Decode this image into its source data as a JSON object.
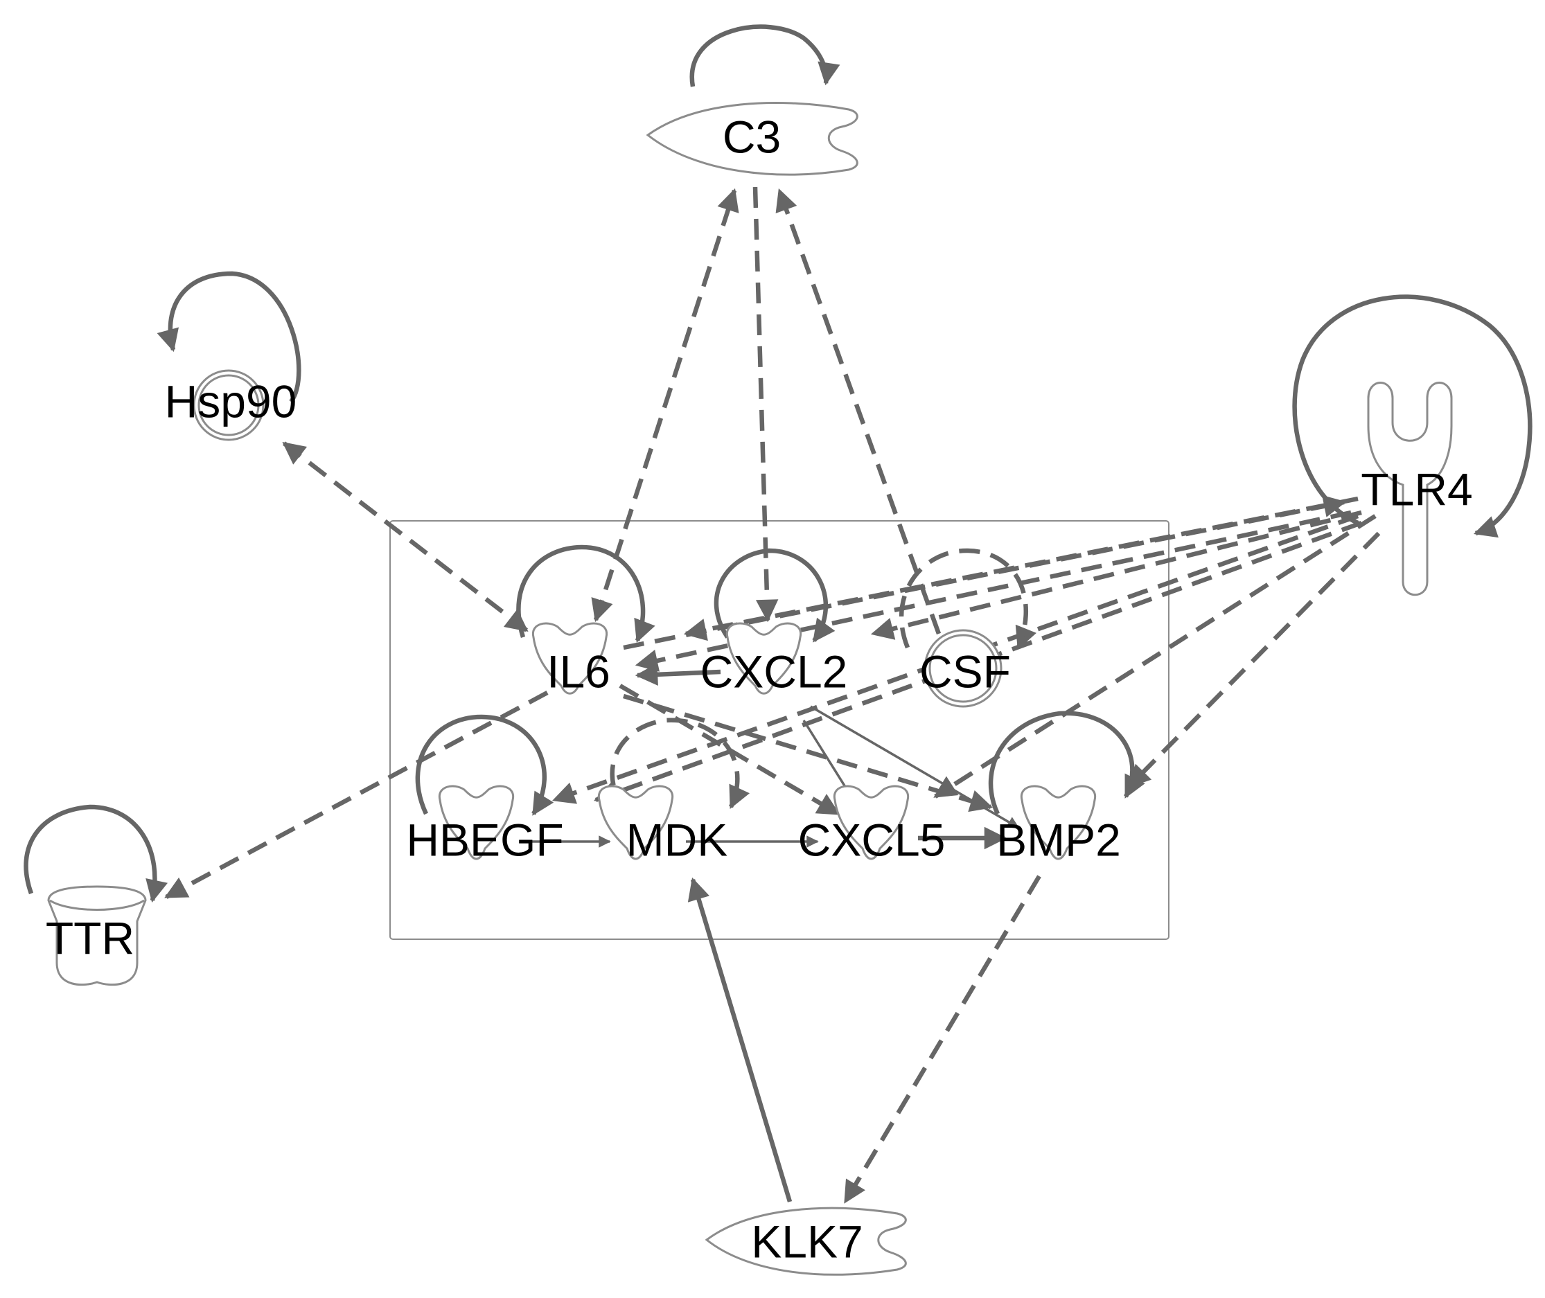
{
  "diagram": {
    "colors": {
      "edge": "#666666",
      "outline": "#8c8c8c",
      "text": "#000000",
      "background": "#ffffff"
    },
    "nodes": [
      {
        "id": "C3",
        "label": "C3",
        "shape": "enzyme"
      },
      {
        "id": "Hsp90",
        "label": "Hsp90",
        "shape": "double-circle"
      },
      {
        "id": "TLR4",
        "label": "TLR4",
        "shape": "receptor"
      },
      {
        "id": "IL6",
        "label": "IL6",
        "shape": "cytokine"
      },
      {
        "id": "CXCL2",
        "label": "CXCL2",
        "shape": "cytokine"
      },
      {
        "id": "CSF",
        "label": "CSF",
        "shape": "double-circle"
      },
      {
        "id": "HBEGF",
        "label": "HBEGF",
        "shape": "cytokine"
      },
      {
        "id": "MDK",
        "label": "MDK",
        "shape": "cytokine"
      },
      {
        "id": "CXCL5",
        "label": "CXCL5",
        "shape": "cytokine"
      },
      {
        "id": "BMP2",
        "label": "BMP2",
        "shape": "cytokine"
      },
      {
        "id": "TTR",
        "label": "TTR",
        "shape": "transporter"
      },
      {
        "id": "KLK7",
        "label": "KLK7",
        "shape": "enzyme"
      }
    ],
    "edges": [
      {
        "from": "C3",
        "to": "C3",
        "style": "solid",
        "self_loop": true
      },
      {
        "from": "Hsp90",
        "to": "Hsp90",
        "style": "solid",
        "self_loop": true
      },
      {
        "from": "TLR4",
        "to": "TLR4",
        "style": "solid",
        "self_loop": true
      },
      {
        "from": "IL6",
        "to": "IL6",
        "style": "solid",
        "self_loop": true
      },
      {
        "from": "CXCL2",
        "to": "CXCL2",
        "style": "solid",
        "self_loop": true
      },
      {
        "from": "CSF",
        "to": "CSF",
        "style": "dashed",
        "self_loop": true
      },
      {
        "from": "HBEGF",
        "to": "HBEGF",
        "style": "solid",
        "self_loop": true
      },
      {
        "from": "MDK",
        "to": "MDK",
        "style": "dashed",
        "self_loop": true
      },
      {
        "from": "BMP2",
        "to": "BMP2",
        "style": "solid",
        "self_loop": true
      },
      {
        "from": "TTR",
        "to": "TTR",
        "style": "solid",
        "self_loop": true
      },
      {
        "from": "IL6",
        "to": "C3",
        "style": "dashed",
        "bidirectional": true
      },
      {
        "from": "C3",
        "to": "CXCL2",
        "style": "dashed"
      },
      {
        "from": "CSF",
        "to": "C3",
        "style": "dashed"
      },
      {
        "from": "Hsp90",
        "to": "IL6",
        "style": "dashed",
        "bidirectional": true
      },
      {
        "from": "TLR4",
        "to": "IL6",
        "style": "dashed"
      },
      {
        "from": "TLR4",
        "to": "CXCL2",
        "style": "dashed"
      },
      {
        "from": "TLR4",
        "to": "CSF",
        "style": "dashed"
      },
      {
        "from": "TLR4",
        "to": "HBEGF",
        "style": "dashed"
      },
      {
        "from": "TLR4",
        "to": "MDK",
        "style": "dashed"
      },
      {
        "from": "TLR4",
        "to": "CXCL5",
        "style": "dashed"
      },
      {
        "from": "TLR4",
        "to": "BMP2",
        "style": "dashed"
      },
      {
        "from": "IL6",
        "to": "TLR4",
        "style": "dashed"
      },
      {
        "from": "IL6",
        "to": "TTR",
        "style": "dashed"
      },
      {
        "from": "IL6",
        "to": "CXCL5",
        "style": "dashed"
      },
      {
        "from": "IL6",
        "to": "BMP2",
        "style": "dashed"
      },
      {
        "from": "CXCL2",
        "to": "IL6",
        "style": "solid"
      },
      {
        "from": "CXCL2",
        "to": "CXCL5",
        "style": "solid-thin"
      },
      {
        "from": "CXCL2",
        "to": "BMP2",
        "style": "solid-thin"
      },
      {
        "from": "HBEGF",
        "to": "MDK",
        "style": "solid-thin"
      },
      {
        "from": "MDK",
        "to": "CXCL5",
        "style": "solid-thin"
      },
      {
        "from": "CXCL5",
        "to": "BMP2",
        "style": "solid"
      },
      {
        "from": "KLK7",
        "to": "MDK",
        "style": "solid"
      },
      {
        "from": "BMP2",
        "to": "KLK7",
        "style": "dashed"
      }
    ]
  }
}
